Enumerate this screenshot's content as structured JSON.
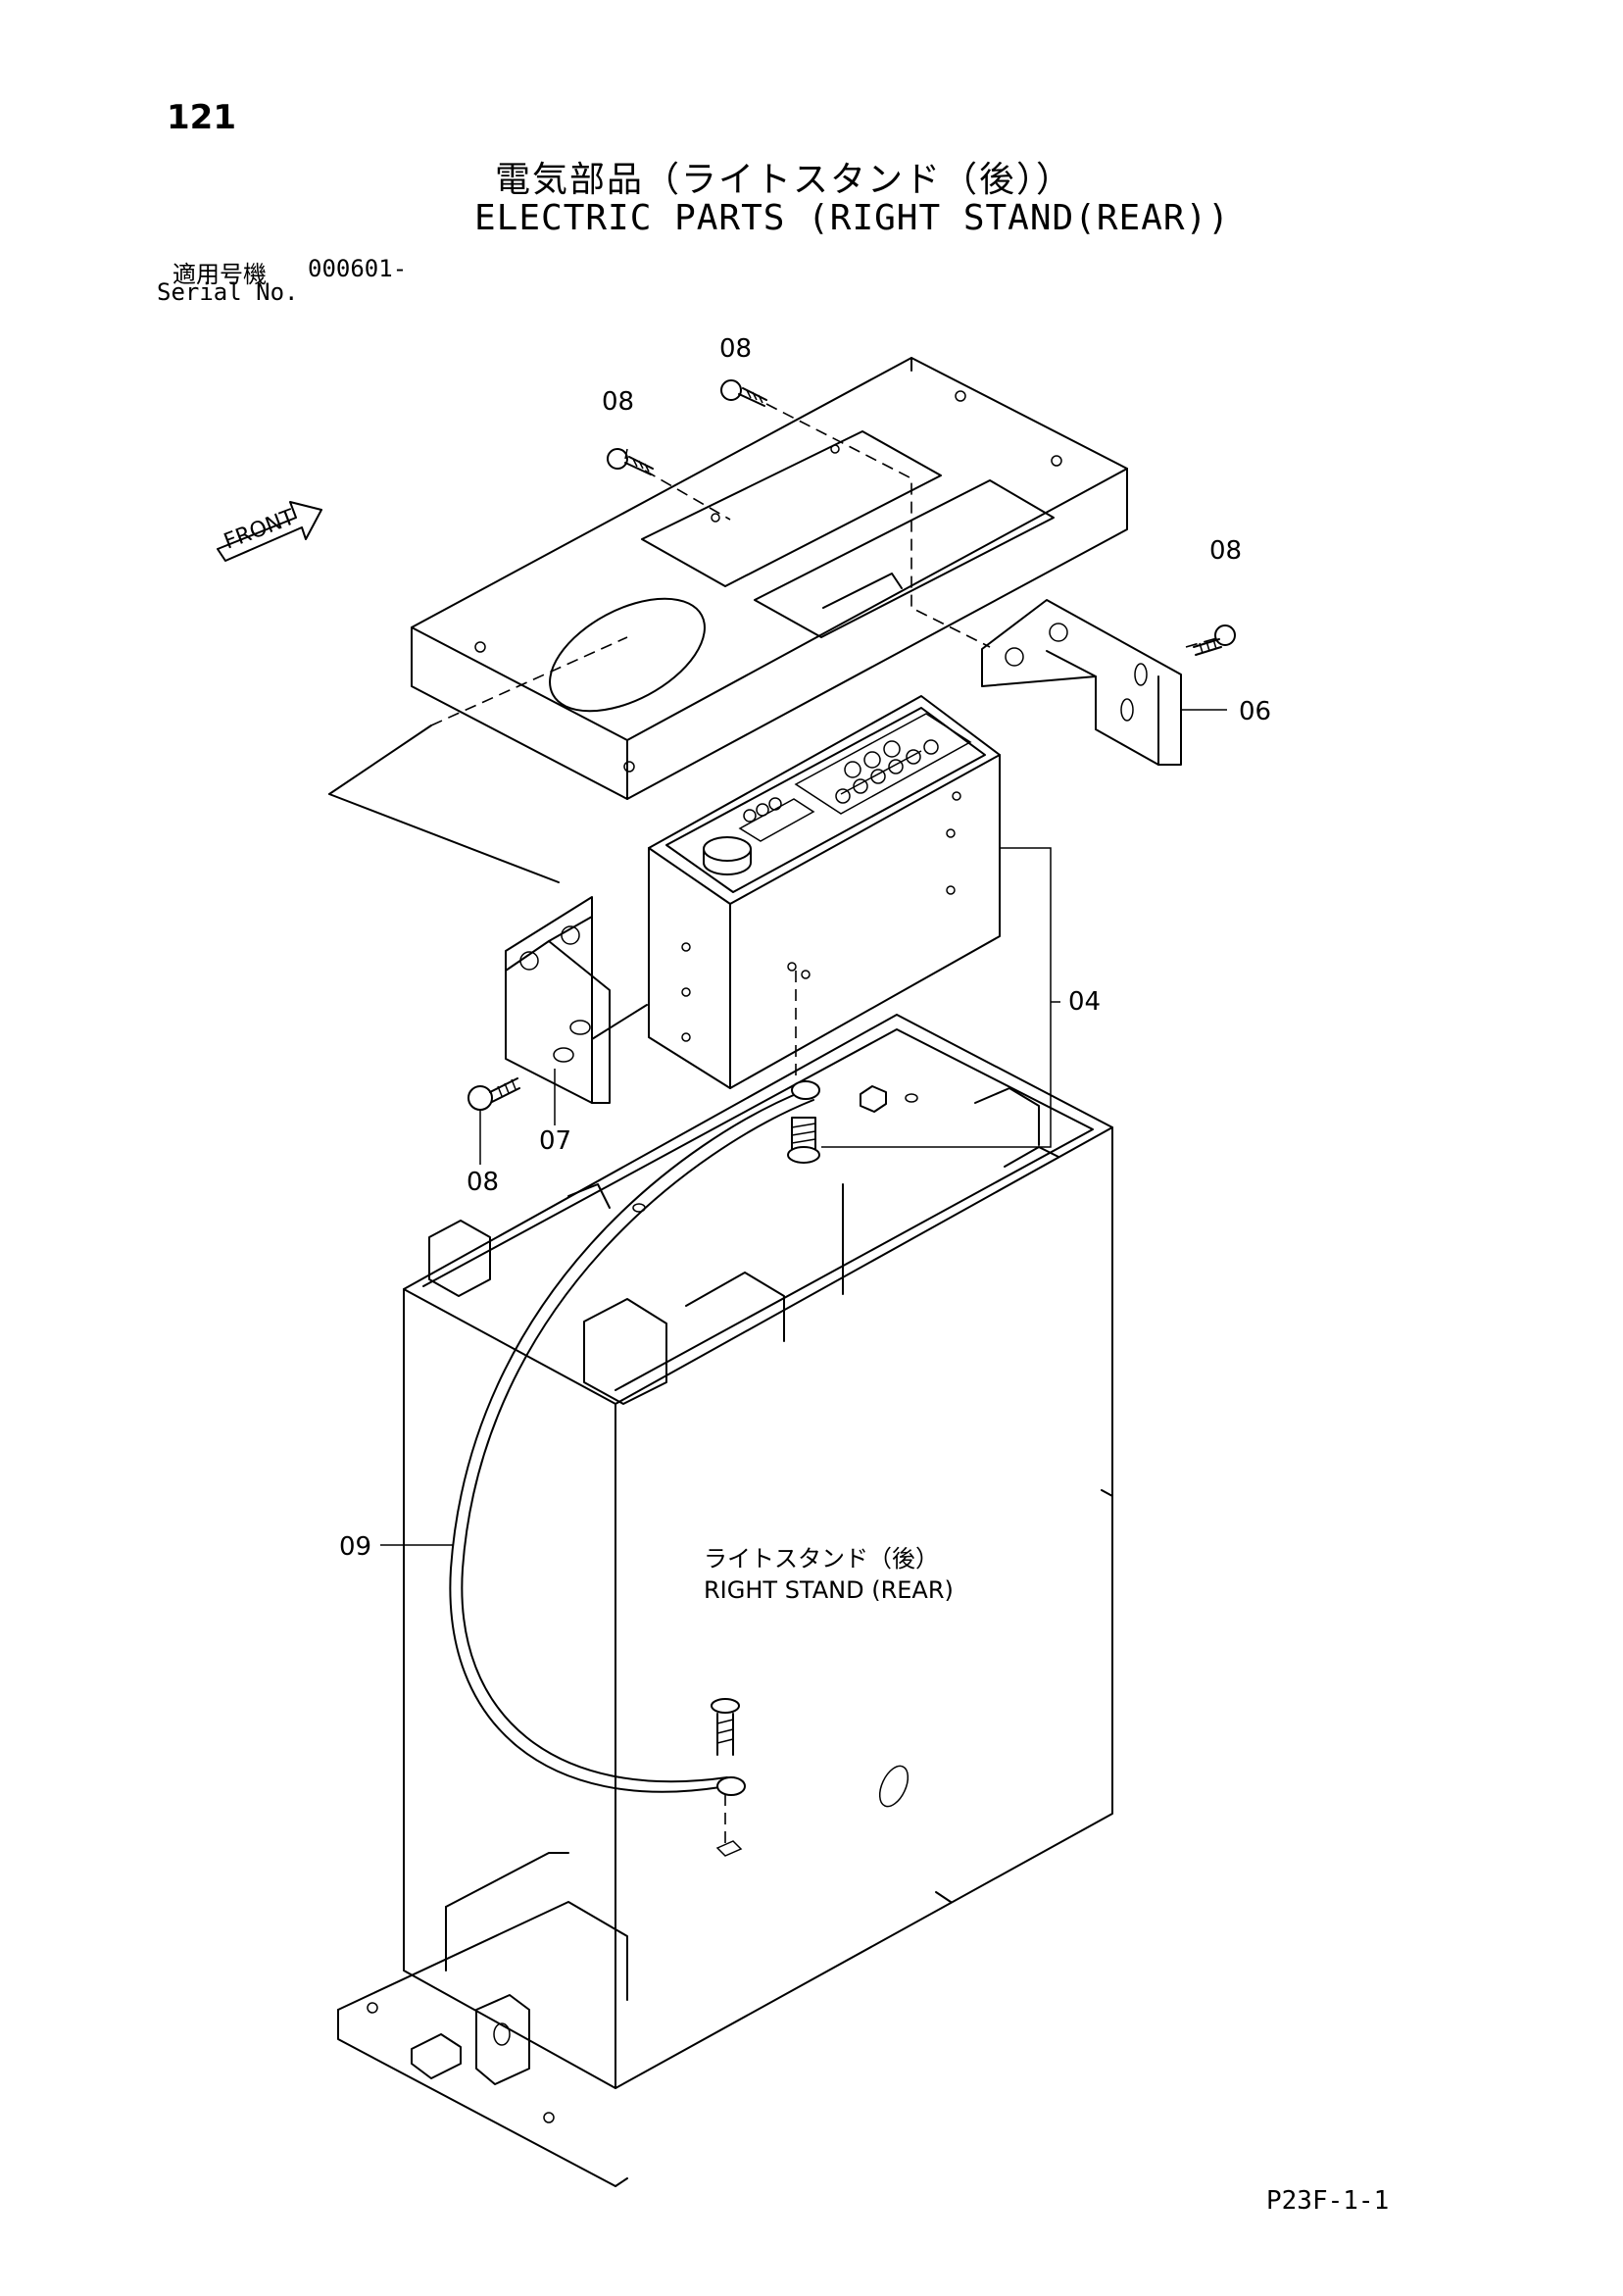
{
  "page_number": "121",
  "title": {
    "japanese": "電気部品（ライトスタンド（後））",
    "english": "ELECTRIC PARTS (RIGHT STAND(REAR))"
  },
  "serial": {
    "label_ja": "適用号機",
    "value": "000601-",
    "label_en": "Serial No."
  },
  "front_marker": "FRONT",
  "callouts": {
    "screw_top_middle": "08",
    "screw_top_left": "08",
    "screw_right": "08",
    "bracket_right": "06",
    "box": "04",
    "bracket_left": "07",
    "screw_left": "08",
    "cable": "09"
  },
  "stand_label": {
    "japanese": "ライトスタンド（後）",
    "english": "RIGHT STAND (REAR)"
  },
  "page_code": "P23F-1-1",
  "colors": {
    "ink": "#000000",
    "paper": "#ffffff"
  }
}
